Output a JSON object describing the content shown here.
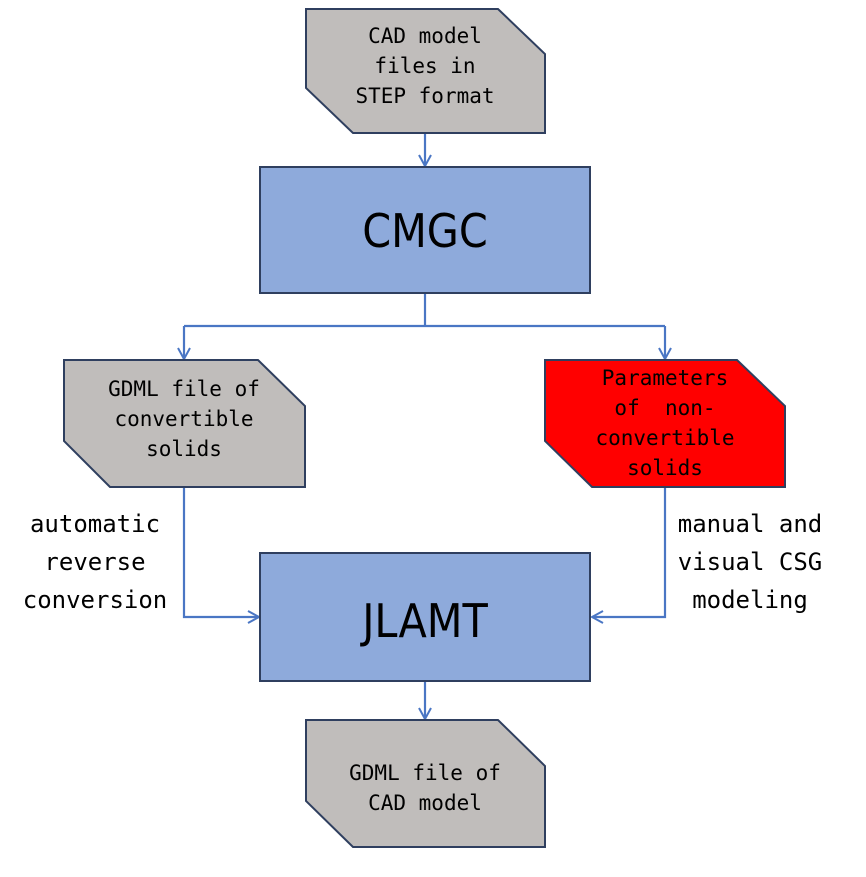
{
  "nodes": {
    "cad_input": {
      "lines": [
        "CAD model",
        "files in",
        "STEP format"
      ],
      "fill": "#c0bdbb"
    },
    "cmgc": {
      "label": "CMGC",
      "fill": "#8eaadb"
    },
    "gdml_convertible": {
      "lines": [
        "GDML file of",
        "convertible",
        "solids"
      ],
      "fill": "#c0bdbb"
    },
    "non_convertible": {
      "lines": [
        "Parameters",
        "of  non-",
        "convertible",
        "solids"
      ],
      "fill": "#ff0000"
    },
    "jlamt": {
      "label": "JLAMT",
      "fill": "#8eaadb"
    },
    "gdml_output": {
      "lines": [
        "GDML file of",
        "CAD model"
      ],
      "fill": "#c0bdbb"
    }
  },
  "edge_labels": {
    "left": [
      "automatic",
      "reverse",
      "conversion"
    ],
    "right": [
      "manual and",
      "visual CSG",
      "modeling"
    ]
  },
  "colors": {
    "border": "#2f3f5f",
    "arrow": "#4a76c4",
    "text": "#000000"
  }
}
